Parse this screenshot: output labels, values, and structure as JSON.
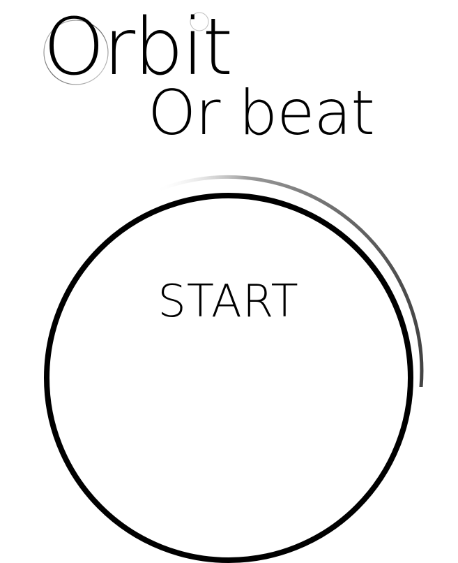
{
  "title": {
    "main": "Orbit",
    "sub": "Or beat"
  },
  "start_button": {
    "label": "START"
  },
  "colors": {
    "background": "#ffffff",
    "foreground": "#000000",
    "orbit_shadow": "#555555"
  }
}
